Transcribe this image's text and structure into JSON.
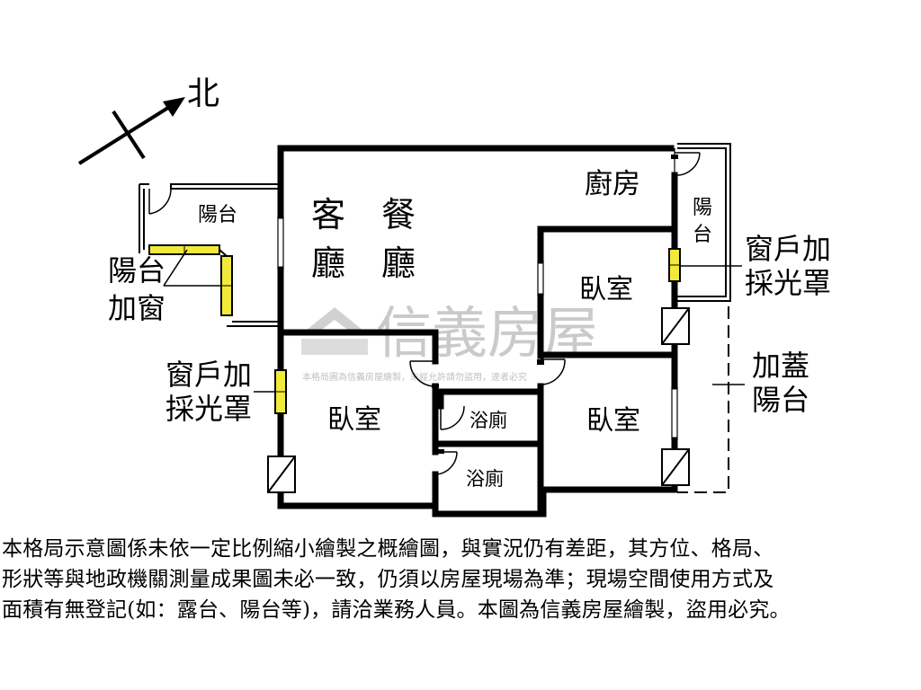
{
  "compass": {
    "label": "北"
  },
  "rooms": {
    "balcony_west": "陽台",
    "living_1": "客",
    "living_2": "廳",
    "dining_1": "餐",
    "dining_2": "廳",
    "kitchen": "廚房",
    "balcony_east_1": "陽",
    "balcony_east_2": "台",
    "bedroom_ne": "臥室",
    "bedroom_sw": "臥室",
    "bedroom_se": "臥室",
    "bath_1": "浴廁",
    "bath_2": "浴廁"
  },
  "callouts": {
    "balcony_window_1": "陽台",
    "balcony_window_2": "加窗",
    "window_left_1": "窗戶加",
    "window_left_2": "採光罩",
    "window_right_1": "窗戶加",
    "window_right_2": "採光罩",
    "added_balcony_1": "加蓋",
    "added_balcony_2": "陽台"
  },
  "watermark": {
    "brand": "信義房屋",
    "note": "本格局圖為信義房屋繪製，未經允許請勿盜用，違者必究"
  },
  "disclaimer": {
    "line1": "本格局示意圖係未依一定比例縮小繪製之概繪圖，與實況仍有差距，其方位、格局、",
    "line2": "形狀等與地政機關測量成果圖未必一致，仍須以房屋現場為準；現場空間使用方式及",
    "line3": "面積有無登記(如：露台、陽台等)，請洽業務人員。本圖為信義房屋繪製，盜用必究。"
  },
  "colors": {
    "wall": "#000000",
    "window": "#f2ea3a",
    "watermark": "#8a8a8a",
    "background": "#ffffff"
  }
}
